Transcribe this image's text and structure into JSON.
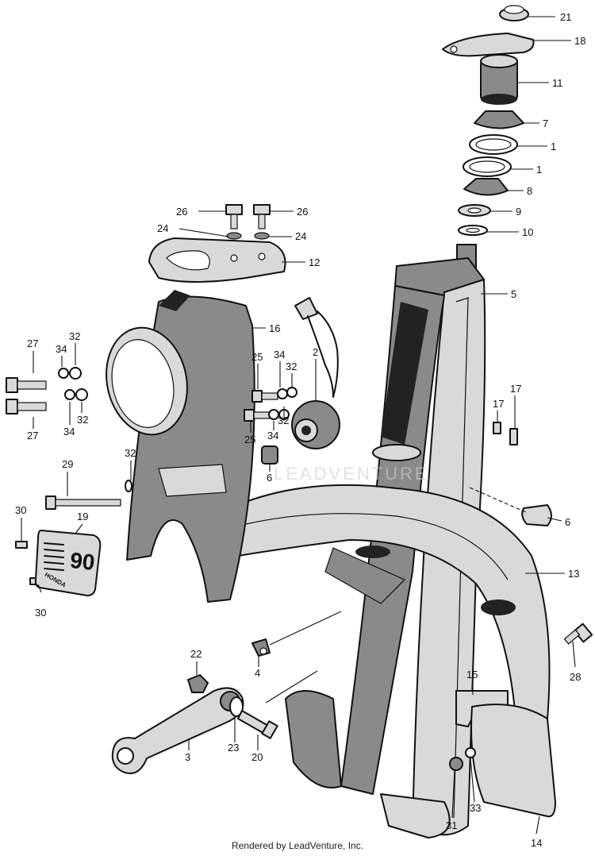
{
  "diagram": {
    "labels": [
      "21",
      "18",
      "11",
      "7",
      "1",
      "1",
      "8",
      "9",
      "10",
      "26",
      "26",
      "24",
      "24",
      "12",
      "5",
      "16",
      "27",
      "32",
      "34",
      "25",
      "34",
      "32",
      "2",
      "17",
      "17",
      "27",
      "34",
      "32",
      "25",
      "34",
      "32",
      "6",
      "29",
      "32",
      "30",
      "19",
      "6",
      "13",
      "30",
      "22",
      "4",
      "28",
      "3",
      "23",
      "20",
      "15",
      "31",
      "33",
      "14"
    ],
    "nameplate_text": "HONDA",
    "nameplate_number": "90",
    "watermark": "LEADVENTURE"
  },
  "footer": {
    "text": "Rendered by LeadVenture, Inc."
  }
}
